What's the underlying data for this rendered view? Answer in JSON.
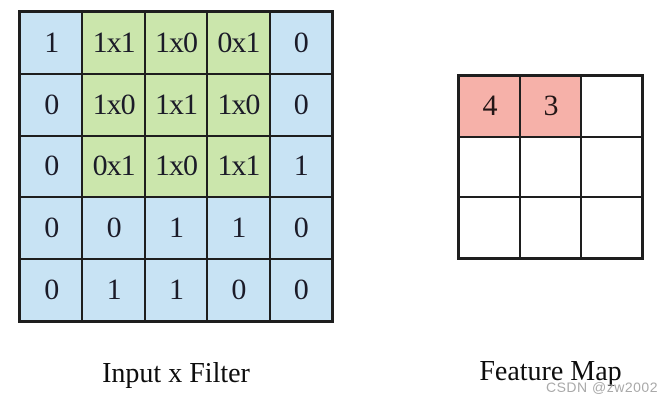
{
  "input_grid": {
    "label": "Input x Filter",
    "rows": [
      [
        {
          "text": "1",
          "bg": "blue"
        },
        {
          "text": "1x1",
          "bg": "green"
        },
        {
          "text": "1x0",
          "bg": "green"
        },
        {
          "text": "0x1",
          "bg": "green"
        },
        {
          "text": "0",
          "bg": "blue"
        }
      ],
      [
        {
          "text": "0",
          "bg": "blue"
        },
        {
          "text": "1x0",
          "bg": "green"
        },
        {
          "text": "1x1",
          "bg": "green"
        },
        {
          "text": "1x0",
          "bg": "green"
        },
        {
          "text": "0",
          "bg": "blue"
        }
      ],
      [
        {
          "text": "0",
          "bg": "blue"
        },
        {
          "text": "0x1",
          "bg": "green"
        },
        {
          "text": "1x0",
          "bg": "green"
        },
        {
          "text": "1x1",
          "bg": "green"
        },
        {
          "text": "1",
          "bg": "blue"
        }
      ],
      [
        {
          "text": "0",
          "bg": "blue"
        },
        {
          "text": "0",
          "bg": "blue"
        },
        {
          "text": "1",
          "bg": "blue"
        },
        {
          "text": "1",
          "bg": "blue"
        },
        {
          "text": "0",
          "bg": "blue"
        }
      ],
      [
        {
          "text": "0",
          "bg": "blue"
        },
        {
          "text": "1",
          "bg": "blue"
        },
        {
          "text": "1",
          "bg": "blue"
        },
        {
          "text": "0",
          "bg": "blue"
        },
        {
          "text": "0",
          "bg": "blue"
        }
      ]
    ]
  },
  "feature_map": {
    "label": "Feature Map",
    "rows": [
      [
        {
          "text": "4",
          "bg": "pink"
        },
        {
          "text": "3",
          "bg": "pink"
        },
        {
          "text": "",
          "bg": "white"
        }
      ],
      [
        {
          "text": "",
          "bg": "white"
        },
        {
          "text": "",
          "bg": "white"
        },
        {
          "text": "",
          "bg": "white"
        }
      ],
      [
        {
          "text": "",
          "bg": "white"
        },
        {
          "text": "",
          "bg": "white"
        },
        {
          "text": "",
          "bg": "white"
        }
      ]
    ]
  },
  "watermark": {
    "text": "CSDN @zw2002"
  },
  "colors": {
    "blue": "#C8E3F4",
    "green": "#CBE6AC",
    "pink": "#F6B1A9",
    "white": "#FFFFFF",
    "border": "#1E1E1E",
    "cell_text": "#1B1B28",
    "watermark": "#A9A9A9"
  }
}
